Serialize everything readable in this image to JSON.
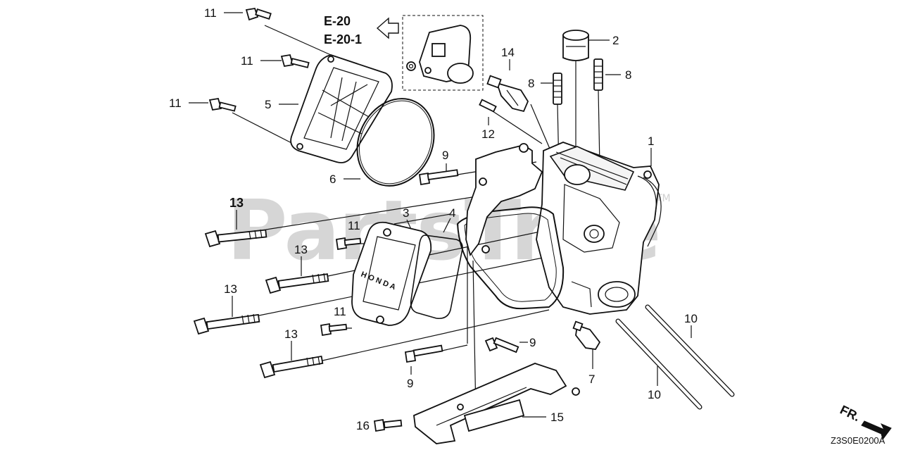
{
  "watermark": {
    "text": "PartsTree",
    "tm": "TM"
  },
  "ref_codes": [
    "E-20",
    "E-20-1"
  ],
  "diagram_code": "Z3S0E0200A",
  "front_marker": "FR.",
  "callouts": {
    "c1": "1",
    "c2": "2",
    "c3": "3",
    "c4": "4",
    "c5": "5",
    "c6": "6",
    "c7": "7",
    "c8a": "8",
    "c8b": "8",
    "c9a": "9",
    "c9b": "9",
    "c9c": "9",
    "c10a": "10",
    "c10b": "10",
    "c11a": "11",
    "c11b": "11",
    "c11c": "11",
    "c11d": "11",
    "c11e": "11",
    "c12": "12",
    "c13a": "13",
    "c13b": "13",
    "c13c": "13",
    "c13d": "13",
    "c14": "14",
    "c15": "15",
    "c16": "16"
  },
  "icons": [
    "ref-arrow-left-icon",
    "front-direction-arrow-icon"
  ]
}
